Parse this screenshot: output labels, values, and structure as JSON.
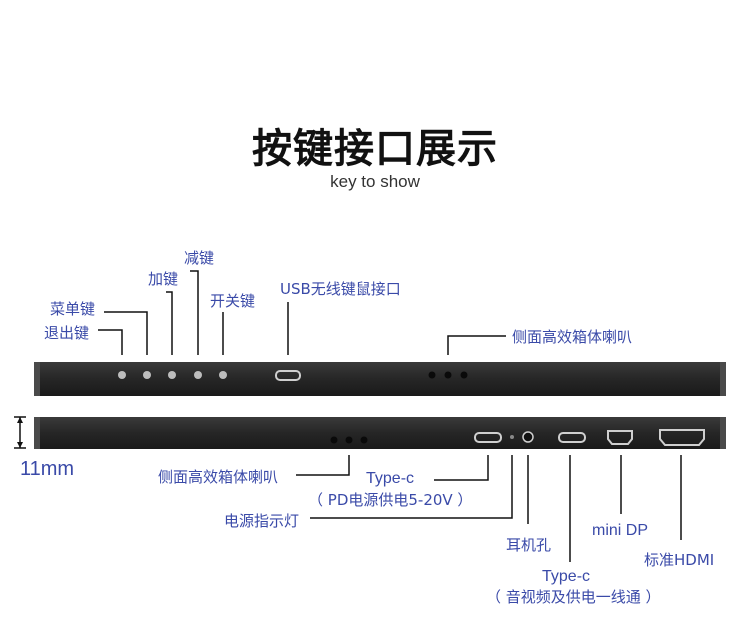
{
  "title": "按键接口展示",
  "subtitle": "key to show",
  "top_edge_labels": {
    "exit": "退出键",
    "menu": "菜单键",
    "plus": "加键",
    "minus": "减键",
    "power": "开关键",
    "usb_receiver": "USB无线键鼠接口",
    "speaker": "侧面高效箱体喇叭"
  },
  "bottom_edge_labels": {
    "speaker": "侧面高效箱体喇叭",
    "typec_pd_1": "Type-c",
    "typec_pd_2": "（ PD电源供电5-20V ）",
    "power_led": "电源指示灯",
    "headphone": "耳机孔",
    "typec_av_1": "Type-c",
    "typec_av_2": "（ 音视频及供电一线通 ）",
    "minidp": "mini DP",
    "hdmi": "标准HDMI"
  },
  "thickness": "11mm",
  "colors": {
    "label": "#3a4aa8",
    "device": "#2a2a2a",
    "line": "#111111"
  }
}
